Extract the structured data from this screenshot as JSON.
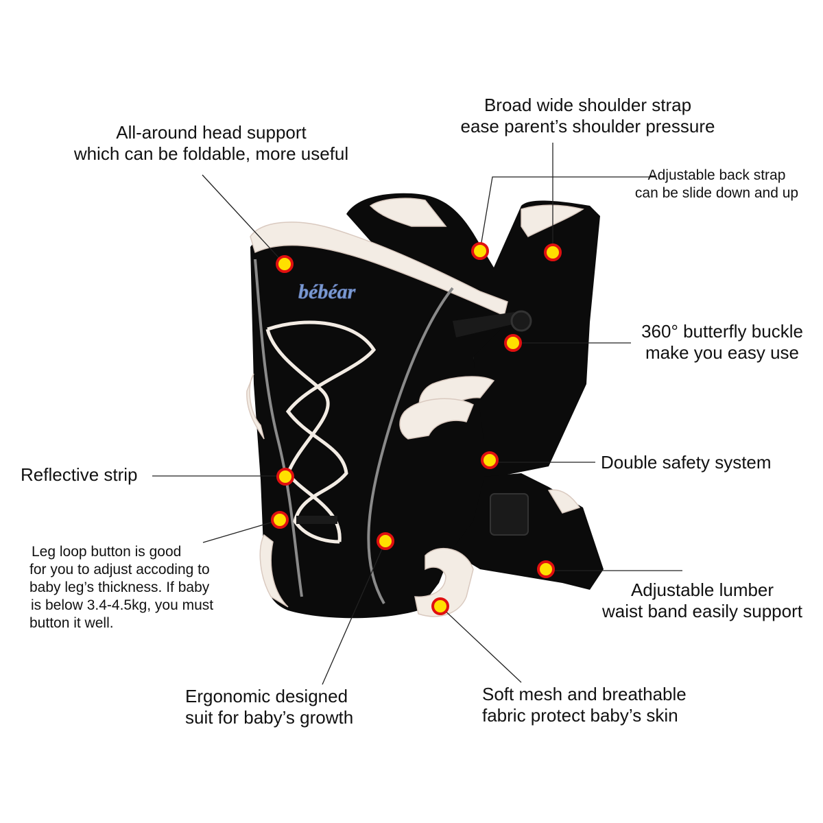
{
  "brand": {
    "logo_text": "bébéar"
  },
  "colors": {
    "fabric": "#0b0b0b",
    "trim": "#f3ece4",
    "trim_shadow": "#d9c9bf",
    "reflective": "#8a8a8a",
    "dot_fill": "#ffe000",
    "dot_ring": "#e01010",
    "leader": "#222222"
  },
  "callouts": {
    "head_support": {
      "line1": "All-around head support",
      "line2": "which can be foldable, more useful"
    },
    "shoulder_strap": {
      "line1": "Broad wide shoulder strap",
      "line2": "ease parent’s shoulder pressure"
    },
    "back_strap": {
      "line1": "Adjustable back strap",
      "line2": "can be slide down and up"
    },
    "buckle": {
      "line1": "360° butterfly buckle",
      "line2": "make you easy use"
    },
    "safety": {
      "line1": "Double safety system"
    },
    "reflective": {
      "line1": "Reflective strip"
    },
    "leg_loop": {
      "line1": "Leg loop button is good",
      "line2": "for you to adjust accoding to",
      "line3": "baby leg’s thickness. If baby",
      "line4": "is below 3.4-4.5kg, you must",
      "line5": "button it well."
    },
    "lumber": {
      "line1": "Adjustable lumber",
      "line2": "waist band easily support"
    },
    "ergonomic": {
      "line1": "Ergonomic designed",
      "line2": "suit for baby’s growth"
    },
    "mesh": {
      "line1": "Soft mesh and breathable",
      "line2": "fabric protect baby’s skin"
    }
  }
}
